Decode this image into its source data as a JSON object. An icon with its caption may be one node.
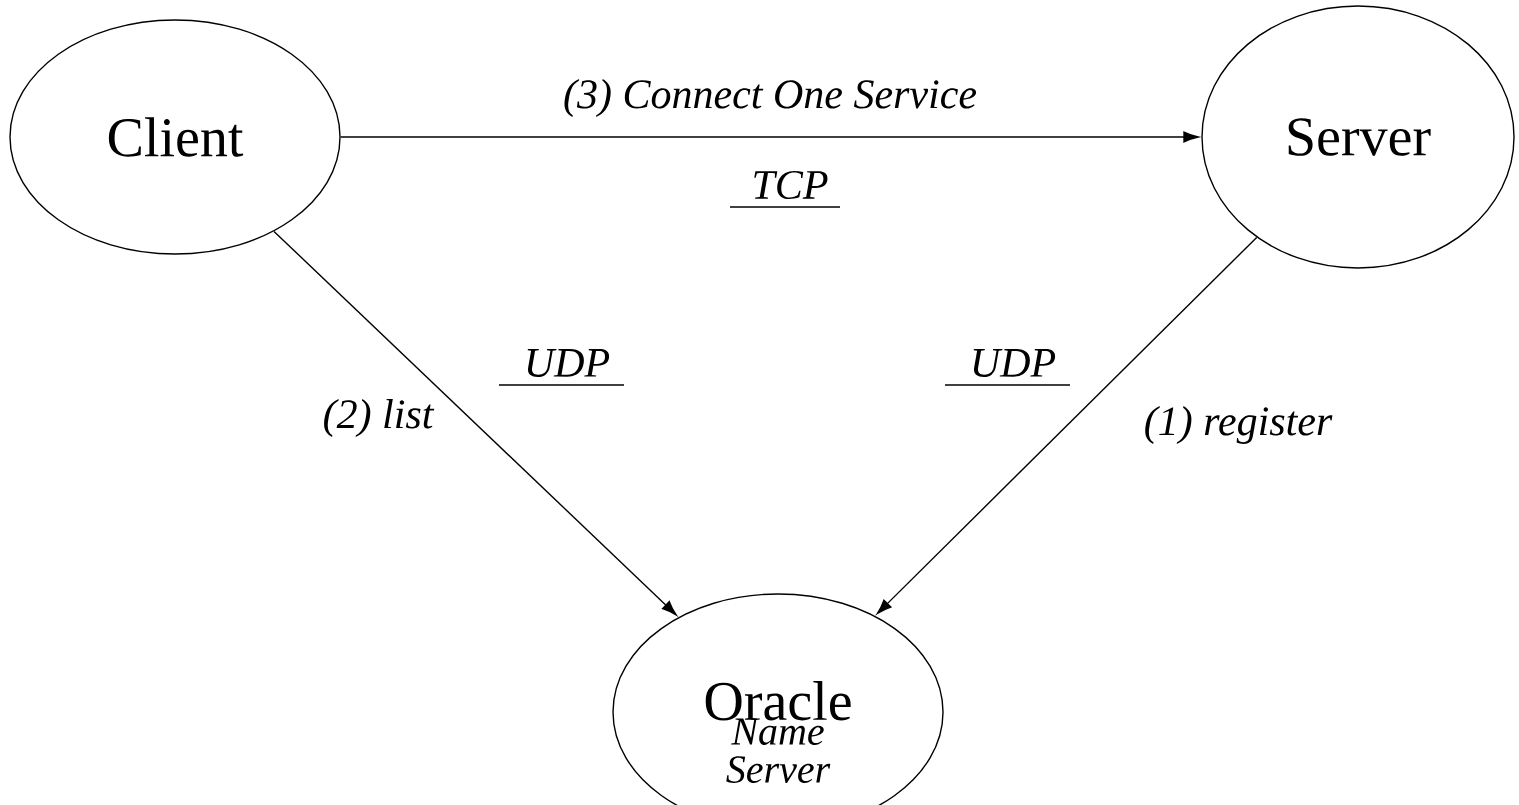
{
  "diagram": {
    "nodes": [
      {
        "text": [
          "Client"
        ]
      },
      {
        "text": [
          "Server"
        ]
      },
      {
        "text": [
          "Oracle",
          "Name Server"
        ]
      }
    ],
    "edges": [
      {
        "from": 0,
        "to": 1,
        "arrow": "to",
        "label": "(3) Connect One Service"
      },
      {
        "from": 0,
        "to": 2,
        "arrow": "to",
        "label": "(2) list"
      },
      {
        "from": 1,
        "to": 2,
        "arrow": "to",
        "label": "(1) register"
      }
    ],
    "labels": [
      "TCP",
      "UDP",
      "UDP"
    ]
  }
}
